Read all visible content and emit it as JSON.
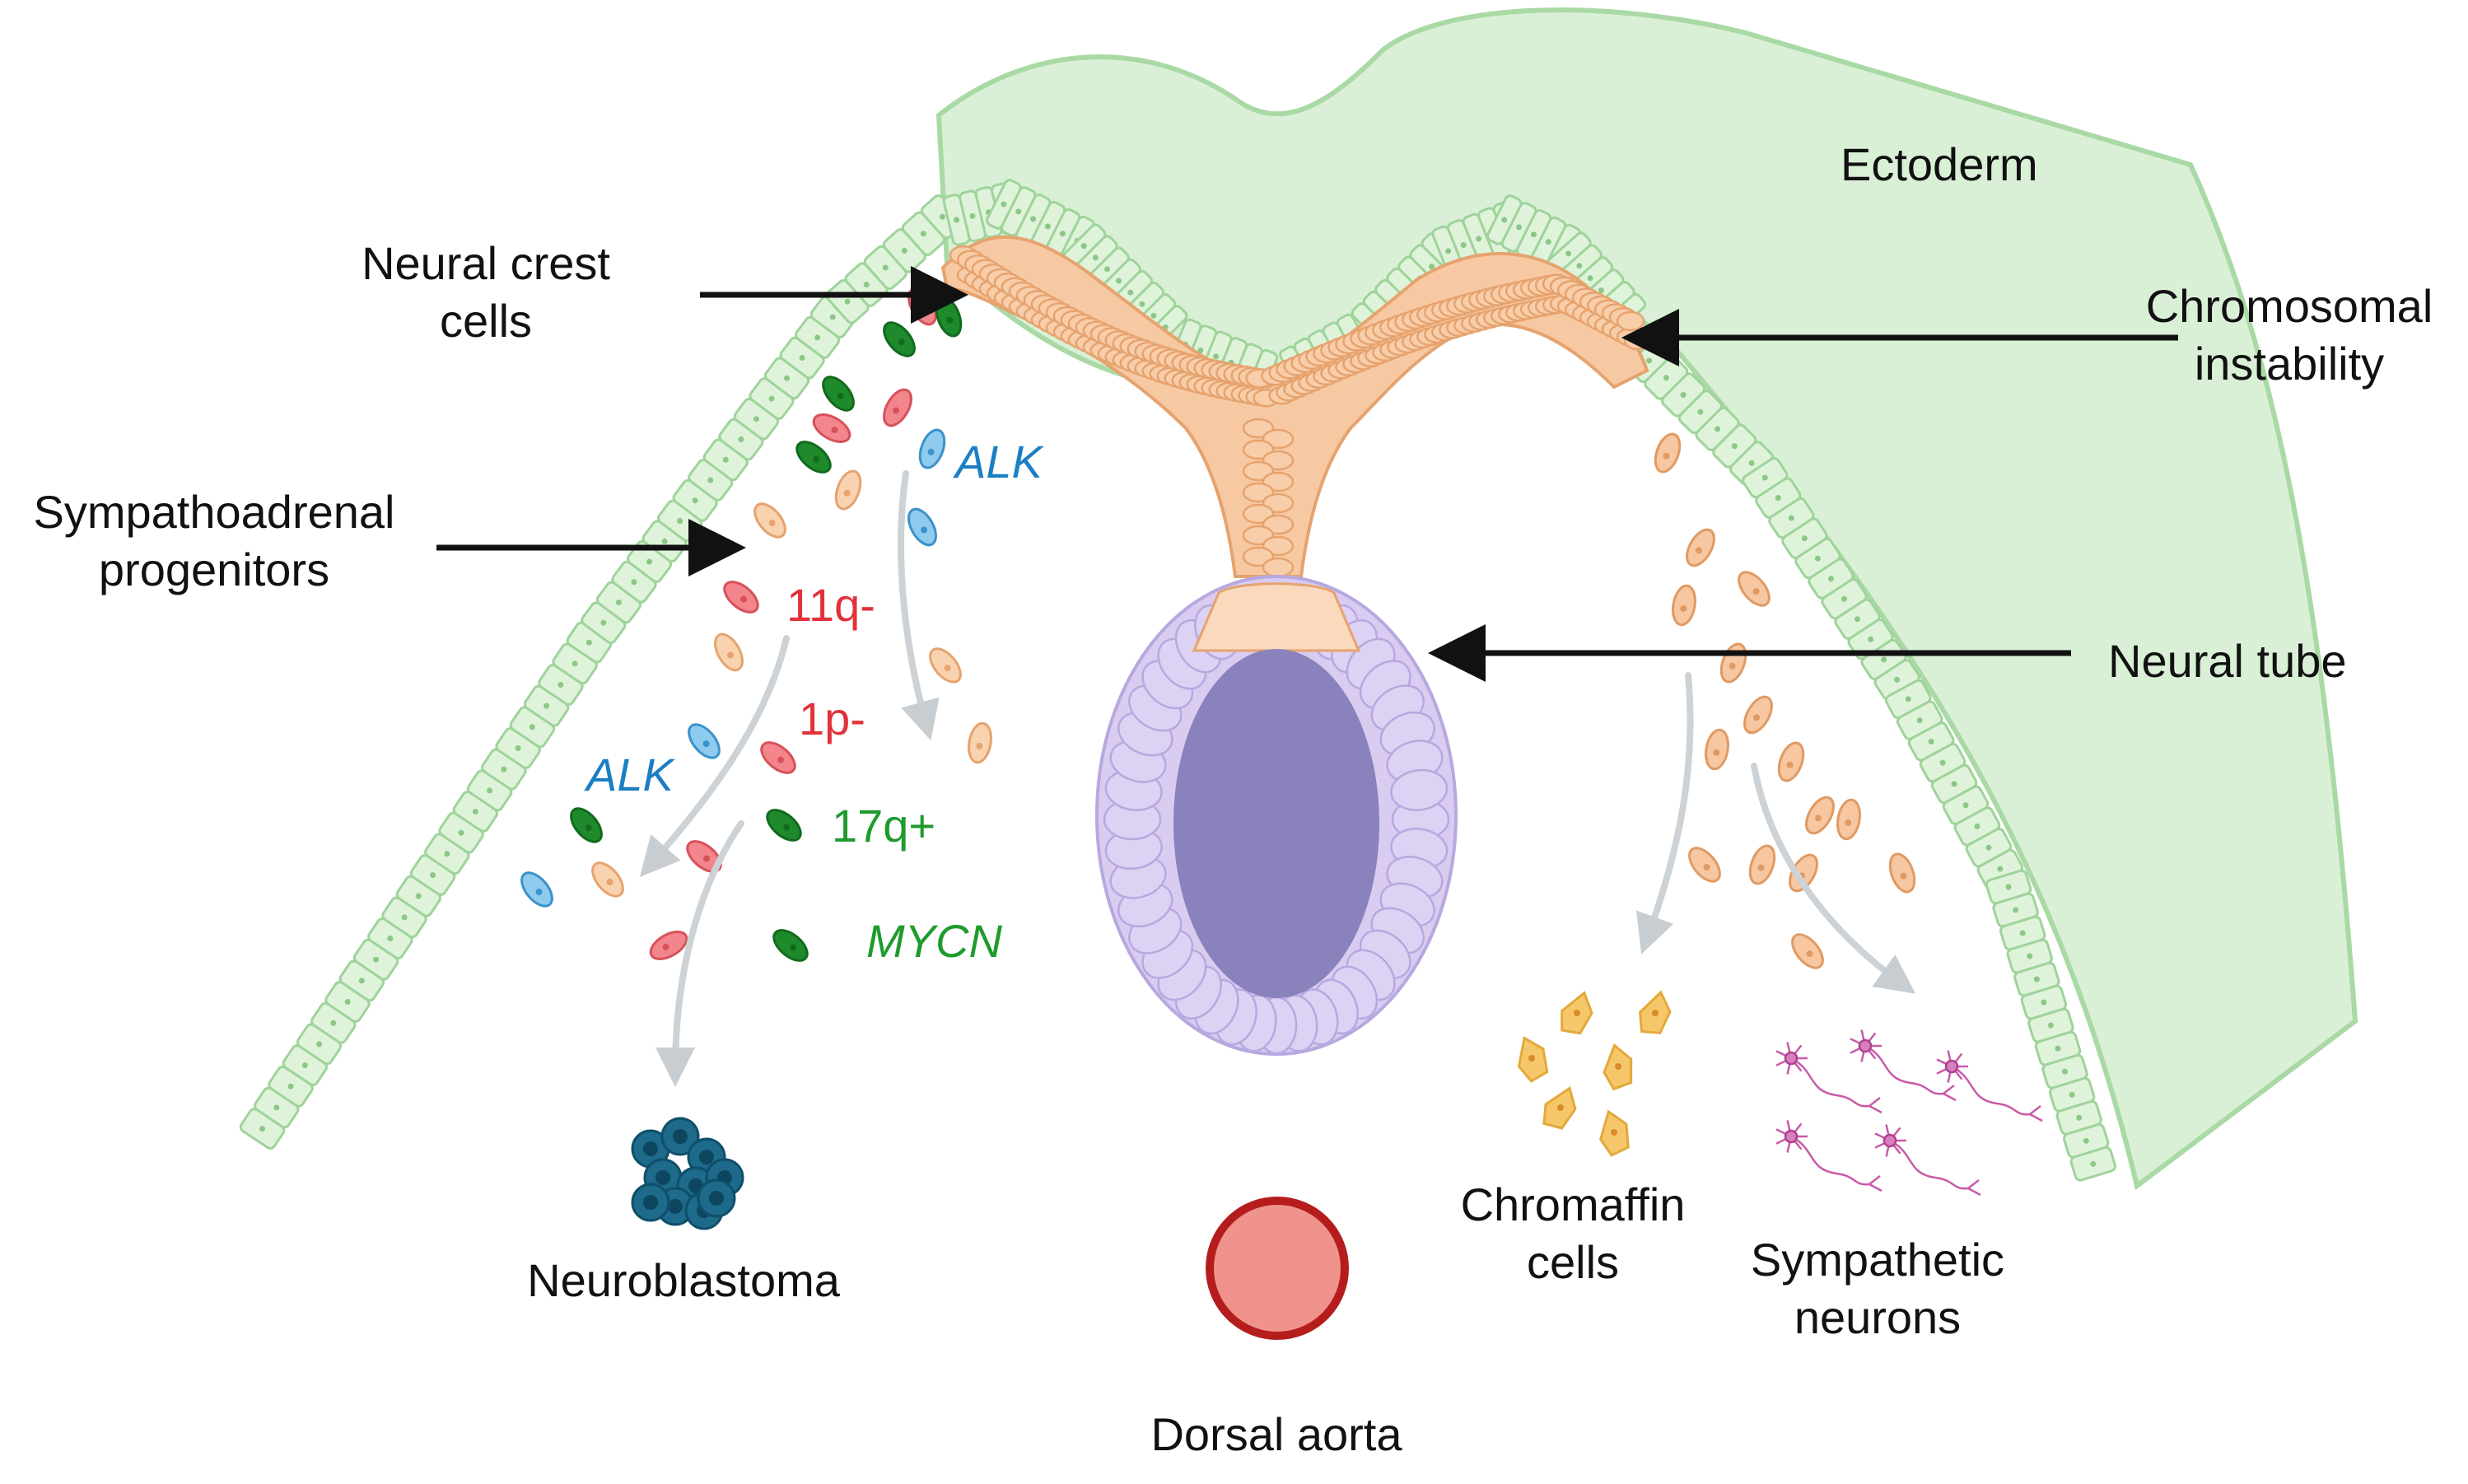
{
  "labels": {
    "ectoderm": "Ectoderm",
    "neural_crest_line1": "Neural crest",
    "neural_crest_line2": "cells",
    "chromosomal_line1": "Chromosomal",
    "chromosomal_line2": "instability",
    "sympathoadrenal_line1": "Sympathoadrenal",
    "sympathoadrenal_line2": "progenitors",
    "neural_tube": "Neural tube",
    "neuroblastoma": "Neuroblastoma",
    "dorsal_aorta": "Dorsal aorta",
    "chromaffin_line1": "Chromaffin",
    "chromaffin_line2": "cells",
    "sympathetic_line1": "Sympathetic",
    "sympathetic_line2": "neurons"
  },
  "genetic_alterations": {
    "alk_upper": "ALK",
    "del_11q": "11q-",
    "del_1p": "1p-",
    "alk_lower": "ALK",
    "gain_17q": "17q+",
    "mycn": "MYCN"
  },
  "colors": {
    "ectoderm_fill": "#d9f0d6",
    "ectoderm_stroke": "#9fd39b",
    "crest_orange": "#f7c9a3",
    "crest_orange_stroke": "#e6a36e",
    "neural_tube_cells": "#d9ccf0",
    "neural_tube_lumen": "#8a82bd",
    "red_alteration": "#e3313a",
    "blue_alteration": "#1b7fc4",
    "green_alteration": "#1f9b2d",
    "neuroblastoma_cells": "#1d6a8a",
    "chromaffin_cells": "#f6c76a",
    "sympathetic_neurons": "#c95aa8",
    "aorta_fill": "#f0938d",
    "aorta_stroke": "#b51d1d",
    "arrow_black": "#111111",
    "arrow_grey": "#cdd2d6"
  }
}
